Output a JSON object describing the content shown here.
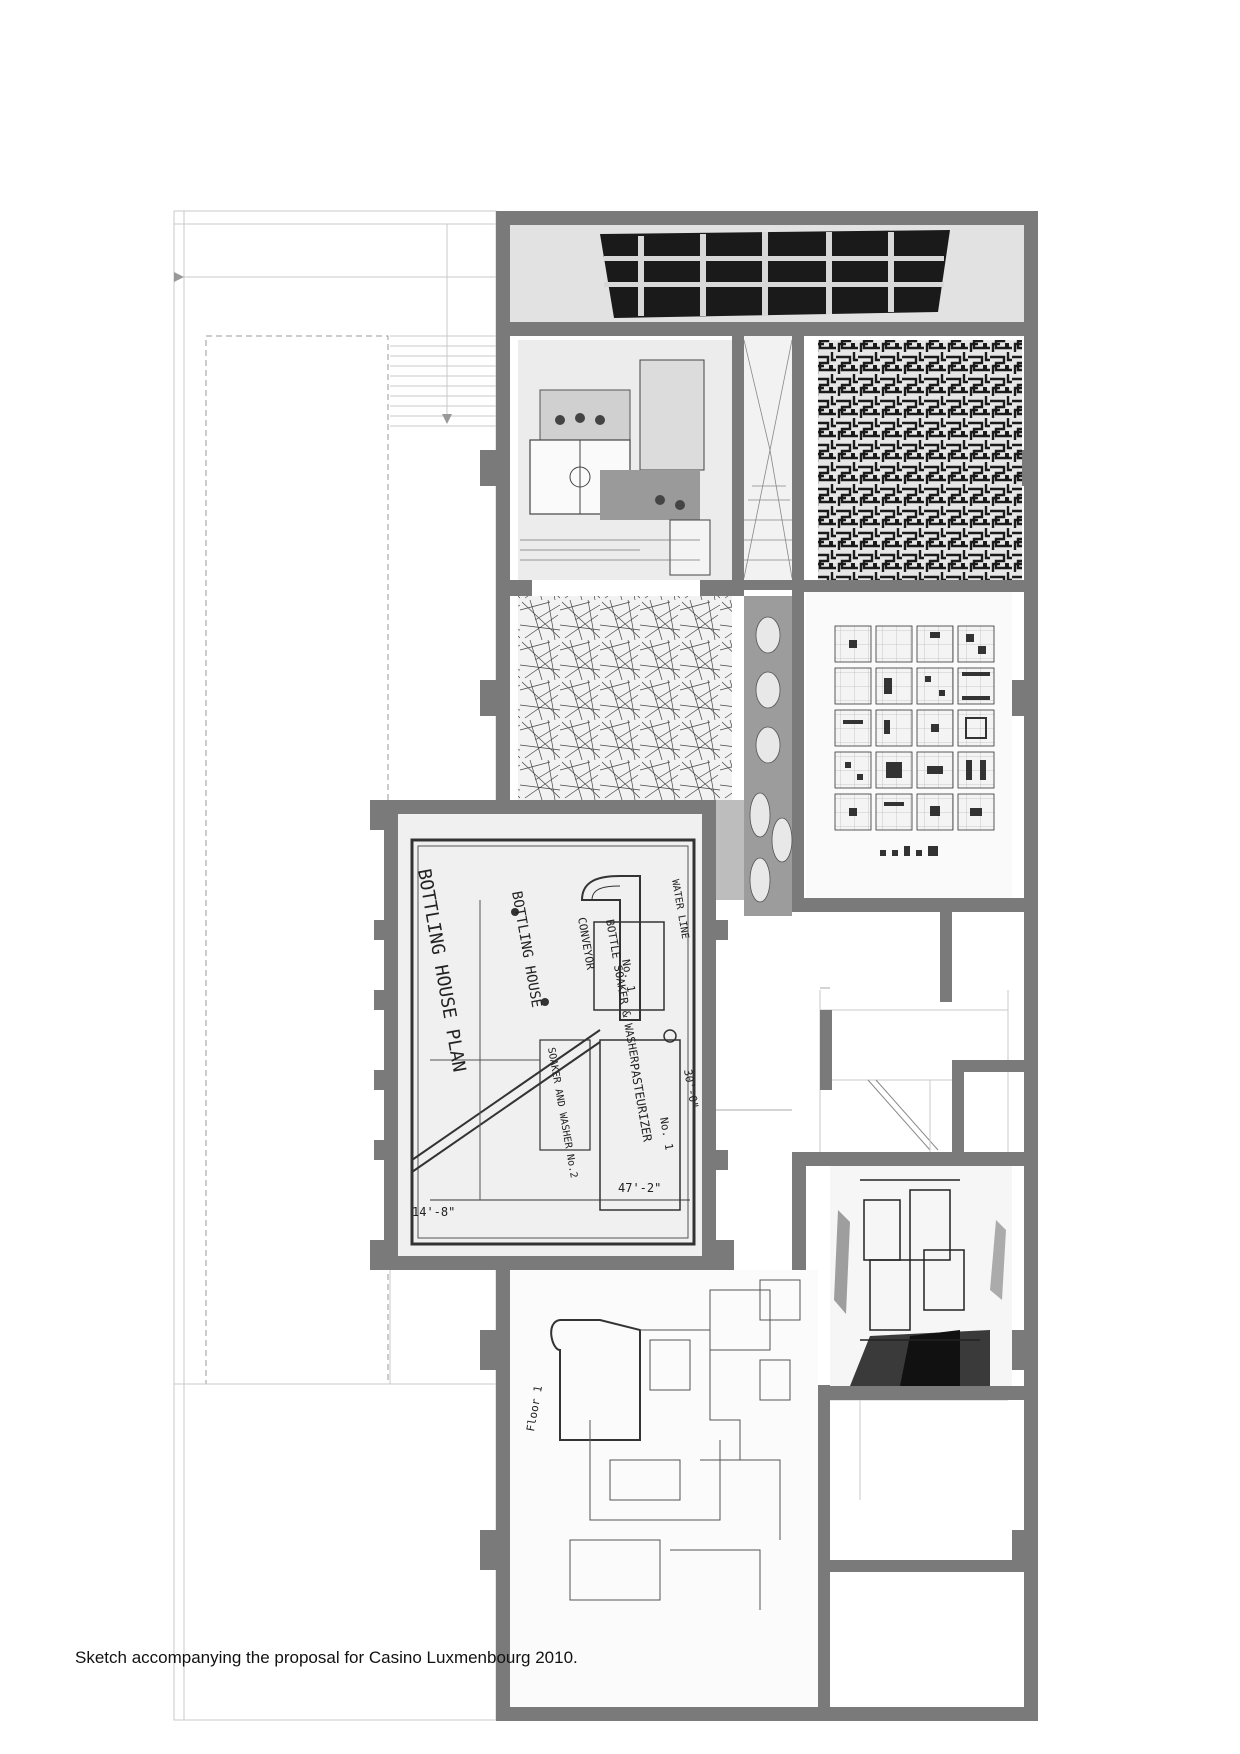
{
  "caption": "Sketch accompanying the proposal for Casino Luxmenbourg 2010.",
  "drawing_labels": {
    "bottling_house_plan": "BOTTLING HOUSE PLAN",
    "bottling_house": "BOTTLING HOUSE",
    "conveyor": "CONVEYOR",
    "bottle_soaker_washer": "BOTTLE SOAKER & WASHER",
    "soaker_washer_no": "No. 1",
    "soaker_washer_2": "SOAKER AND WASHER No.2",
    "pasteurizer": "PASTEURIZER",
    "pasteurizer_no": "No. 1",
    "water_line": "WATER LINE",
    "dim_1": "14'-8\"",
    "dim_2": "47'-2\"",
    "dim_3": "30'-0\"",
    "floor_label": "Floor 1"
  },
  "colors": {
    "wall": "#7a7a7a",
    "line": "#c8c8c8",
    "ink": "#222222"
  }
}
